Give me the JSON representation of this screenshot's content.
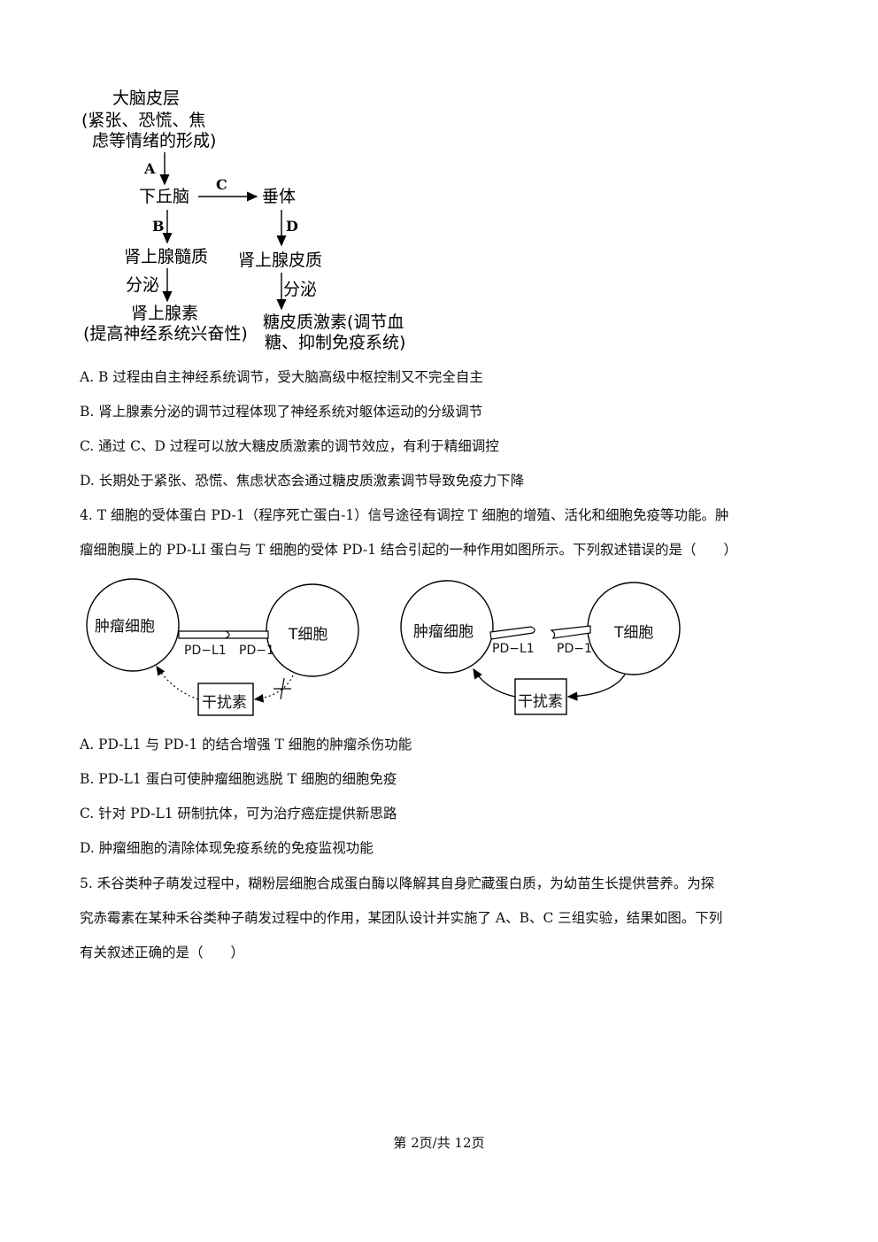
{
  "flowchart": {
    "cortex_title": "大脑皮层",
    "cortex_sub1": "(紧张、恐慌、焦",
    "cortex_sub2": "虑等情绪的形成)",
    "hypothalamus": "下丘脑",
    "pituitary": "垂体",
    "medulla": "肾上腺髓质",
    "cortex_gland": "肾上腺皮质",
    "epinephrine": "肾上腺素",
    "epinephrine_note": "(提高神经系统兴奋性)",
    "glucocorticoid1": "糖皮质激素(调节血",
    "glucocorticoid2": "糖、抑制免疫系统)",
    "secrete1": "分泌",
    "secrete2": "分泌",
    "label_a": "A",
    "label_b": "B",
    "label_c": "C",
    "label_d": "D"
  },
  "q3_options": {
    "a": "A. B 过程由自主神经系统调节，受大脑高级中枢控制又不完全自主",
    "b": "B.  肾上腺素分泌的调节过程体现了神经系统对躯体运动的分级调节",
    "c": "C.  通过 C、D 过程可以放大糖皮质激素的调节效应，有利于精细调控",
    "d": "D.  长期处于紧张、恐慌、焦虑状态会通过糖皮质激素调节导致免疫力下降"
  },
  "q4": {
    "stem1": "4. T 细胞的受体蛋白 PD-1（程序死亡蛋白-1）信号途径有调控 T 细胞的增殖、活化和细胞免疫等功能。肿",
    "stem2": "瘤细胞膜上的 PD-LI 蛋白与 T 细胞的受体 PD-1 结合引起的一种作用如图所示。下列叙述错误的是（　　）",
    "diagram": {
      "tumor_cell": "肿瘤细胞",
      "t_cell": "T细胞",
      "pdl1": "PD−L1",
      "pd1": "PD−1",
      "interferon": "干扰素"
    },
    "a": "A. PD-L1 与 PD-1 的结合增强 T 细胞的肿瘤杀伤功能",
    "b": "B. PD-L1 蛋白可使肿瘤细胞逃脱 T 细胞的细胞免疫",
    "c": "C.  针对 PD-L1 研制抗体，可为治疗癌症提供新思路",
    "d": "D.  肿瘤细胞的清除体现免疫系统的免疫监视功能"
  },
  "q5": {
    "stem1": "5.  禾谷类种子萌发过程中，糊粉层细胞合成蛋白酶以降解其自身贮藏蛋白质，为幼苗生长提供营养。为探",
    "stem2": "究赤霉素在某种禾谷类种子萌发过程中的作用，某团队设计并实施了 A、B、C 三组实验，结果如图。下列",
    "stem3": "有关叙述正确的是（　　）"
  },
  "footer": "第 2页/共 12页"
}
